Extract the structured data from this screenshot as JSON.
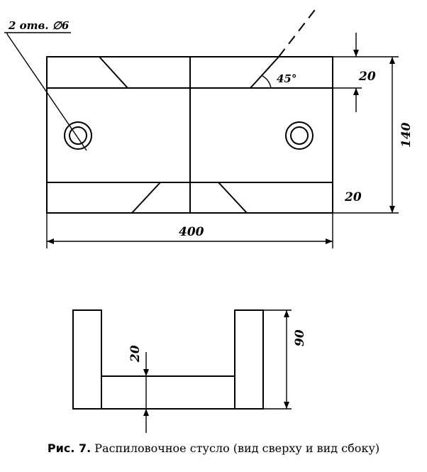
{
  "top_view": {
    "hole_note": "2 отв. ∅6",
    "angle_label": "45°",
    "dim_top_strip": "20",
    "dim_bottom_strip": "20",
    "dim_height": "140",
    "dim_width": "400"
  },
  "side_view": {
    "dim_base": "20",
    "dim_height": "90"
  },
  "caption": {
    "fig_label": "Рис. 7.",
    "text": "Распиловочное стусло (вид сверху и вид сбоку)"
  }
}
